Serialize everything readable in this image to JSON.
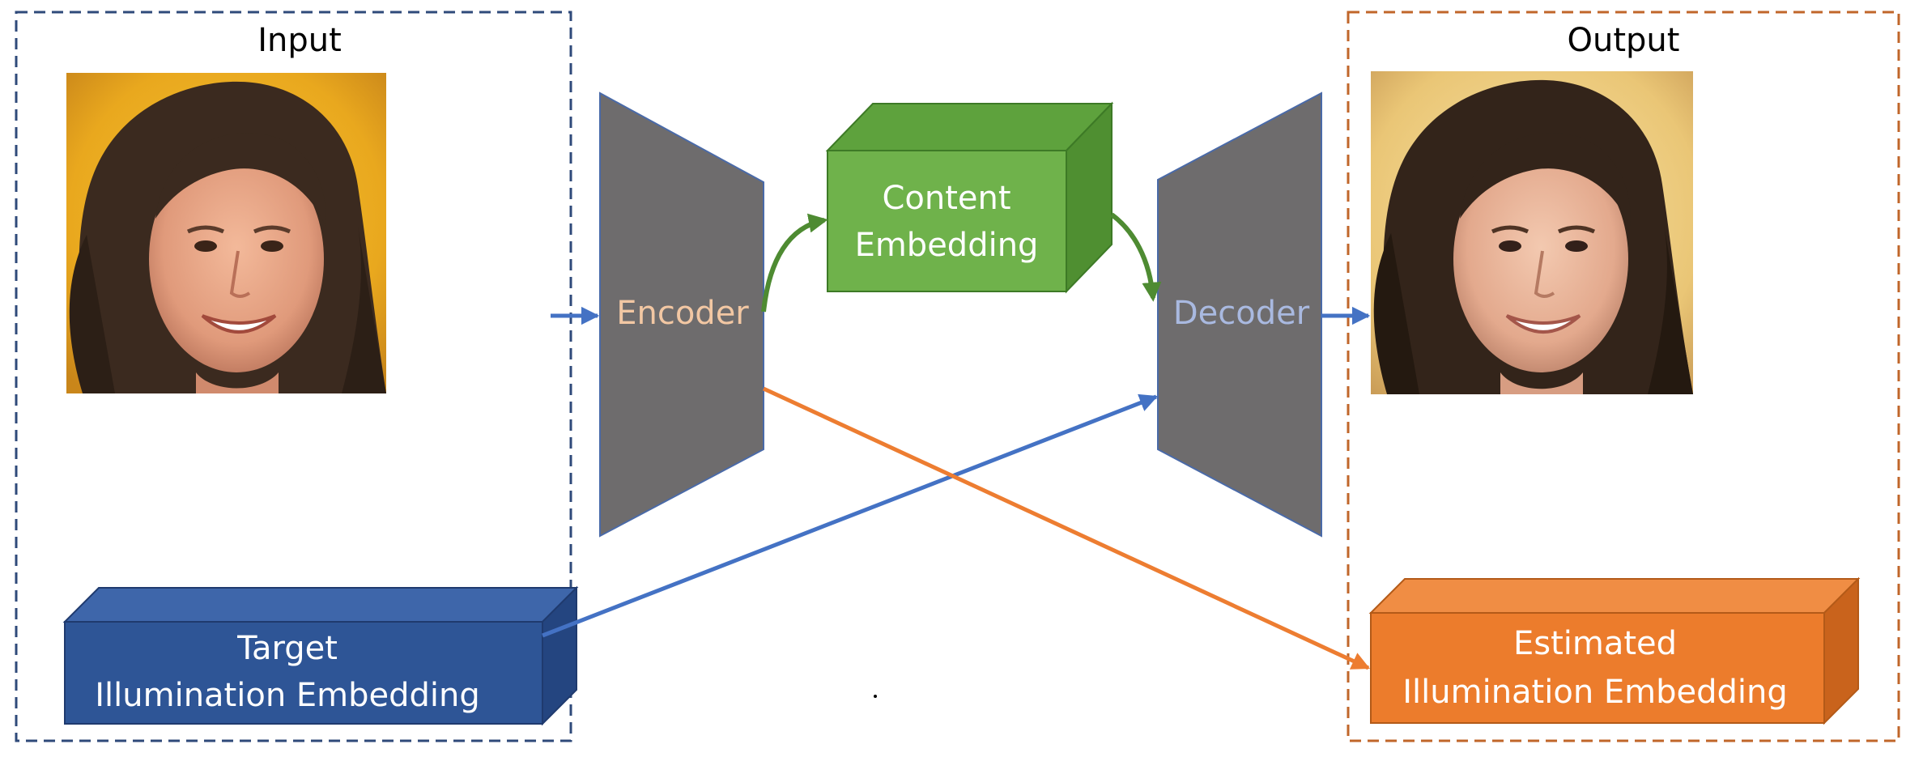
{
  "input_panel": {
    "title": "Input",
    "border_color": "#2f4a7a"
  },
  "output_panel": {
    "title": "Output",
    "border_color": "#c0662a"
  },
  "encoder": {
    "label": "Encoder",
    "fill": "#6e6c6d",
    "label_color": "#f2c7a3"
  },
  "decoder": {
    "label": "Decoder",
    "fill": "#6e6c6d",
    "label_color": "#a9b9e0"
  },
  "content_embedding": {
    "line1": "Content",
    "line2": "Embedding",
    "front": "#6fb24b",
    "top": "#5ea23d",
    "side": "#4f8f31"
  },
  "target_embedding": {
    "line1": "Target",
    "line2": "Illumination Embedding",
    "front": "#2e5596",
    "top": "#3e66aa",
    "side": "#244580"
  },
  "estimated_embedding": {
    "line1": "Estimated",
    "line2": "Illumination Embedding",
    "front": "#ec7c2c",
    "top": "#f08d44",
    "side": "#c9631c"
  },
  "colors": {
    "blue_arrow": "#4472c4",
    "orange_arrow": "#ed7d31",
    "green_arrow": "#4e8b32"
  }
}
